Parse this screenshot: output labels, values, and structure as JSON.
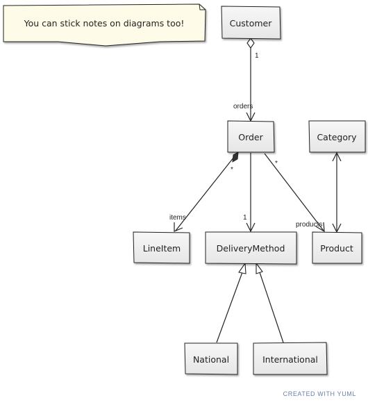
{
  "note": {
    "text": "You can stick notes on diagrams too!"
  },
  "classes": {
    "customer": "Customer",
    "order": "Order",
    "category": "Category",
    "lineitem": "LineItem",
    "delivery": "DeliveryMethod",
    "product": "Product",
    "national": "National",
    "international": "International"
  },
  "labels": {
    "customer_mult": "1",
    "orders_role": "orders",
    "lineitem_mult": "*",
    "items_role": "items",
    "delivery_mult": "1",
    "products_mult": "*",
    "products_role": "products"
  },
  "footer": {
    "credit": "CREATED WITH YUML"
  },
  "colors": {
    "box_fill": "#f2f2f2",
    "note_fill": "#fefbe8",
    "stroke": "#222222",
    "credit": "#6b7fa8"
  }
}
